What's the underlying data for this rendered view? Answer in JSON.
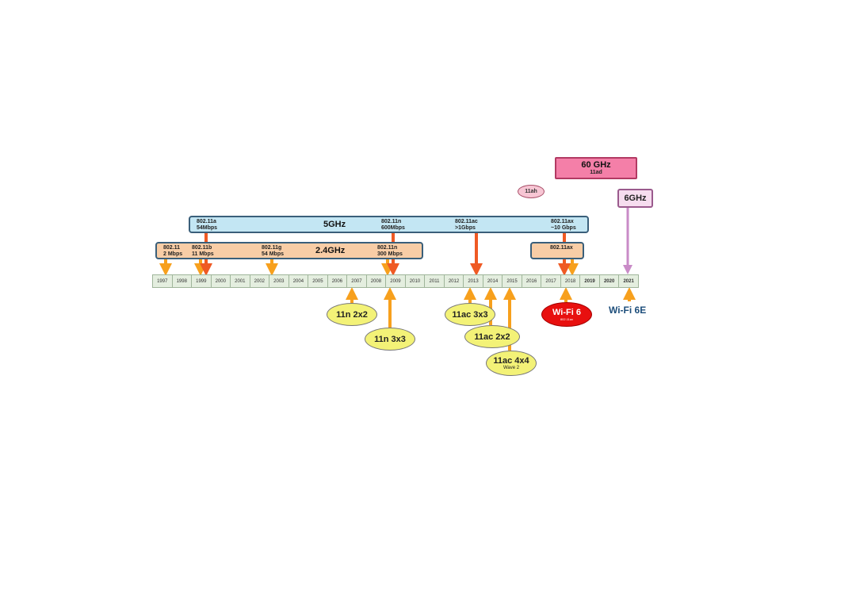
{
  "bands": {
    "ghz5": "5GHz",
    "ghz24": "2.4GHz"
  },
  "standards": {
    "a": {
      "name": "802.11a",
      "rate": "54Mbps"
    },
    "n5": {
      "name": "802.11n",
      "rate": "600Mbps"
    },
    "ac": {
      "name": "802.11ac",
      "rate": ">1Gbps"
    },
    "ax5": {
      "name": "802.11ax",
      "rate": "~10 Gbps"
    },
    "orig": {
      "name": "802.11",
      "rate": "2 Mbps"
    },
    "b": {
      "name": "802.11b",
      "rate": "11 Mbps"
    },
    "g": {
      "name": "802.11g",
      "rate": "54 Mbps"
    },
    "n24": {
      "name": "802.11n",
      "rate": "300 Mbps"
    },
    "ax24": {
      "name": "802.11ax"
    }
  },
  "years": [
    "1997",
    "1998",
    "1999",
    "2000",
    "2001",
    "2002",
    "2003",
    "2004",
    "2005",
    "2006",
    "2007",
    "2008",
    "2009",
    "2010",
    "2011",
    "2012",
    "2013",
    "2014",
    "2015",
    "2016",
    "2017",
    "2018",
    "2019",
    "2020",
    "2021"
  ],
  "bold_years": [
    "2019",
    "2020",
    "2021"
  ],
  "ghz60": {
    "title": "60 GHz",
    "sub": "11ad"
  },
  "ghz6": "6GHz",
  "ah": "11ah",
  "wifi6": {
    "title": "Wi-Fi 6",
    "sub": "802.11ax"
  },
  "wifi6e": "Wi-Fi 6E",
  "ovals": {
    "n2x2": "11n 2x2",
    "n3x3": "11n 3x3",
    "ac3x3": "11ac 3x3",
    "ac2x2": "11ac 2x2",
    "ac4x4": "11ac 4x4",
    "ac4x4_sub": "Wave 2"
  },
  "colors": {
    "orange_arrow": "#f7a01d",
    "red_arrow": "#ef5a24",
    "purple_arrow": "#c98bc7",
    "band5": "#c3e6f3",
    "band24": "#f8cda6",
    "oval_yellow": "#f3f277",
    "wifi6_red": "#e8100f"
  }
}
